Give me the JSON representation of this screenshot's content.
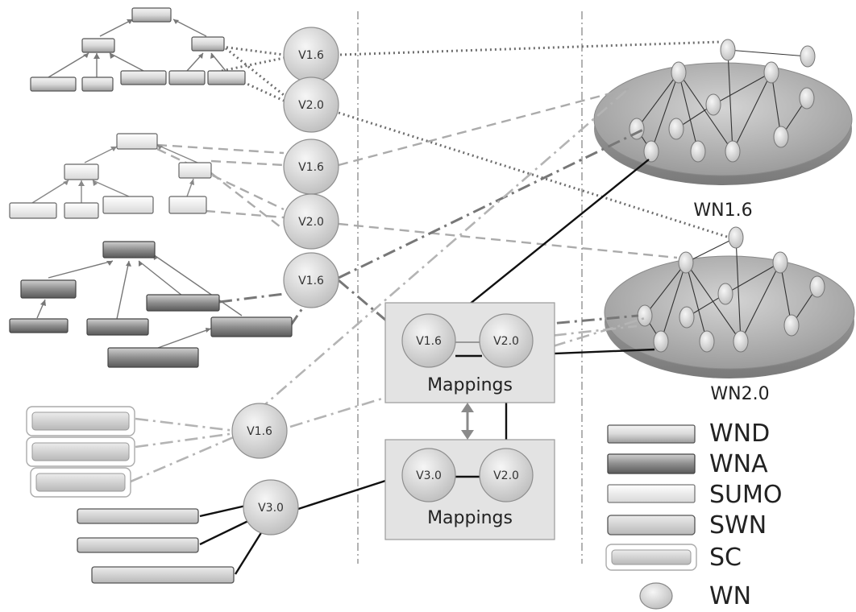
{
  "version_nodes": {
    "v16": "V1.6",
    "v20": "V2.0",
    "v30": "V3.0"
  },
  "wordnets": {
    "wn16": "WN1.6",
    "wn20": "WN2.0"
  },
  "mappings": {
    "top_label": "Mappings",
    "bottom_label": "Mappings"
  },
  "legend": {
    "items": [
      {
        "label": "WND"
      },
      {
        "label": "WNA"
      },
      {
        "label": "SUMO"
      },
      {
        "label": "SWN"
      },
      {
        "label": "SC"
      },
      {
        "label": "WN"
      }
    ]
  }
}
